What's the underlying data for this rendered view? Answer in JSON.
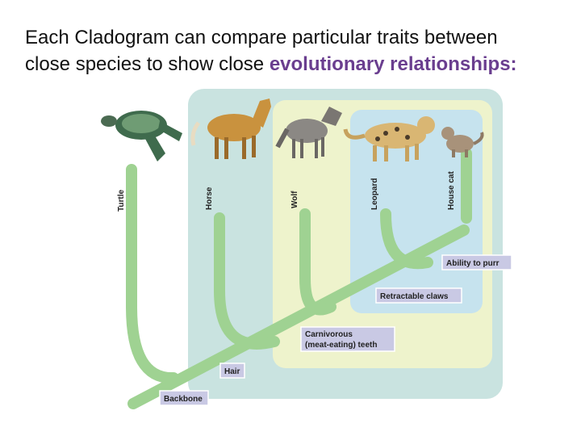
{
  "heading": {
    "line1": "Each Cladogram can compare particular traits between",
    "line2_plain": "close species to show close ",
    "line2_highlight": "evolutionary relationships:"
  },
  "species": [
    "Turtle",
    "Horse",
    "Wolf",
    "Leopard",
    "House cat"
  ],
  "traits": {
    "backbone": "Backbone",
    "hair": "Hair",
    "carnivorous_line1": "Carnivorous",
    "carnivorous_line2": "(meat-eating) teeth",
    "retractable_claws": "Retractable claws",
    "ability_to_purr": "Ability to purr"
  },
  "animal_icons": [
    "turtle-icon",
    "horse-icon",
    "wolf-icon",
    "leopard-icon",
    "house-cat-icon"
  ],
  "colors": {
    "highlight": "#6a3e8f",
    "outer_region": "#c9e3e0",
    "middle_region": "#eef3cc",
    "inner_region": "#c6e3ee",
    "branch": "#9fd292",
    "trait_label": "#c9c9e4"
  }
}
